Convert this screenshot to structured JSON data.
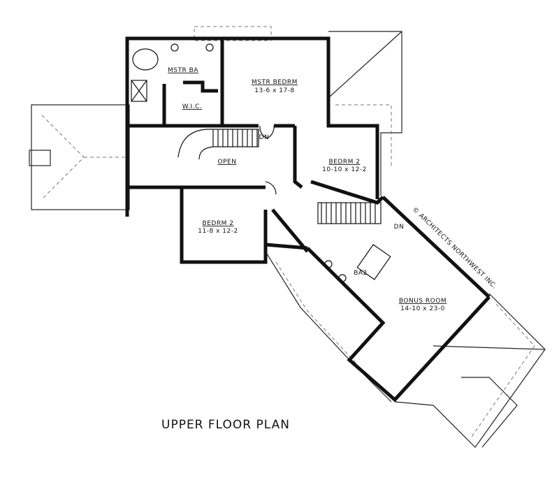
{
  "title": "UPPER FLOOR PLAN",
  "copyright": "© ARCHITECTS NORTHWEST INC.",
  "rooms": [
    {
      "name": "MSTR BA",
      "size": ""
    },
    {
      "name": "W.I.C.",
      "size": ""
    },
    {
      "name": "MSTR BEDRM",
      "size": "13-6 x 17-8"
    },
    {
      "name": "OPEN",
      "size": ""
    },
    {
      "name": "BEDRM 2",
      "size": "10-10 x 12-2"
    },
    {
      "name": "BEDRM 2",
      "size": "11-8 x 12-2"
    },
    {
      "name": "BA2",
      "size": ""
    },
    {
      "name": "BONUS ROOM",
      "size": "14-10 x 23-0"
    }
  ],
  "stairs": [
    {
      "label": "DN"
    },
    {
      "label": "DN"
    }
  ]
}
